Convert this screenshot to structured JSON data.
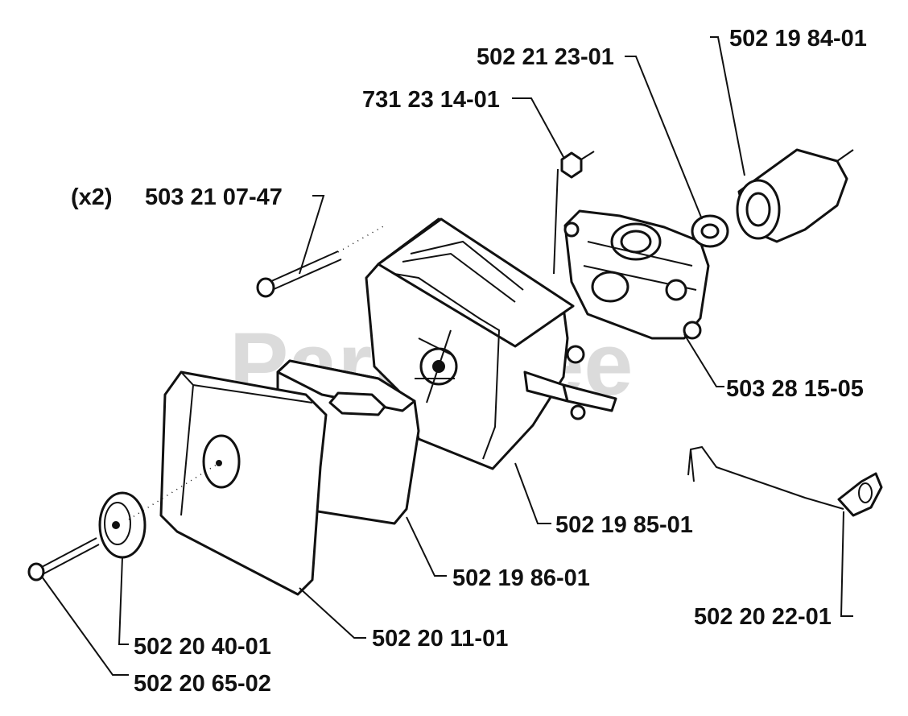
{
  "watermark": "PartsTree",
  "parts": {
    "screw_front": "502 20 65-02",
    "knob": "502 20 40-01",
    "cover": "502 20 11-01",
    "filter": "502 19 86-01",
    "housing": "502 19 85-01",
    "screw_long_qty": "(x2)",
    "screw_long": "503 21 07-47",
    "nut": "731 23 14-01",
    "gasket": "502 21 23-01",
    "intake": "502 19 84-01",
    "carburetor": "503 28 15-05",
    "rod": "502 20 22-01"
  },
  "colors": {
    "line": "#111111",
    "watermark": "#9a9a9a",
    "background": "#ffffff"
  }
}
